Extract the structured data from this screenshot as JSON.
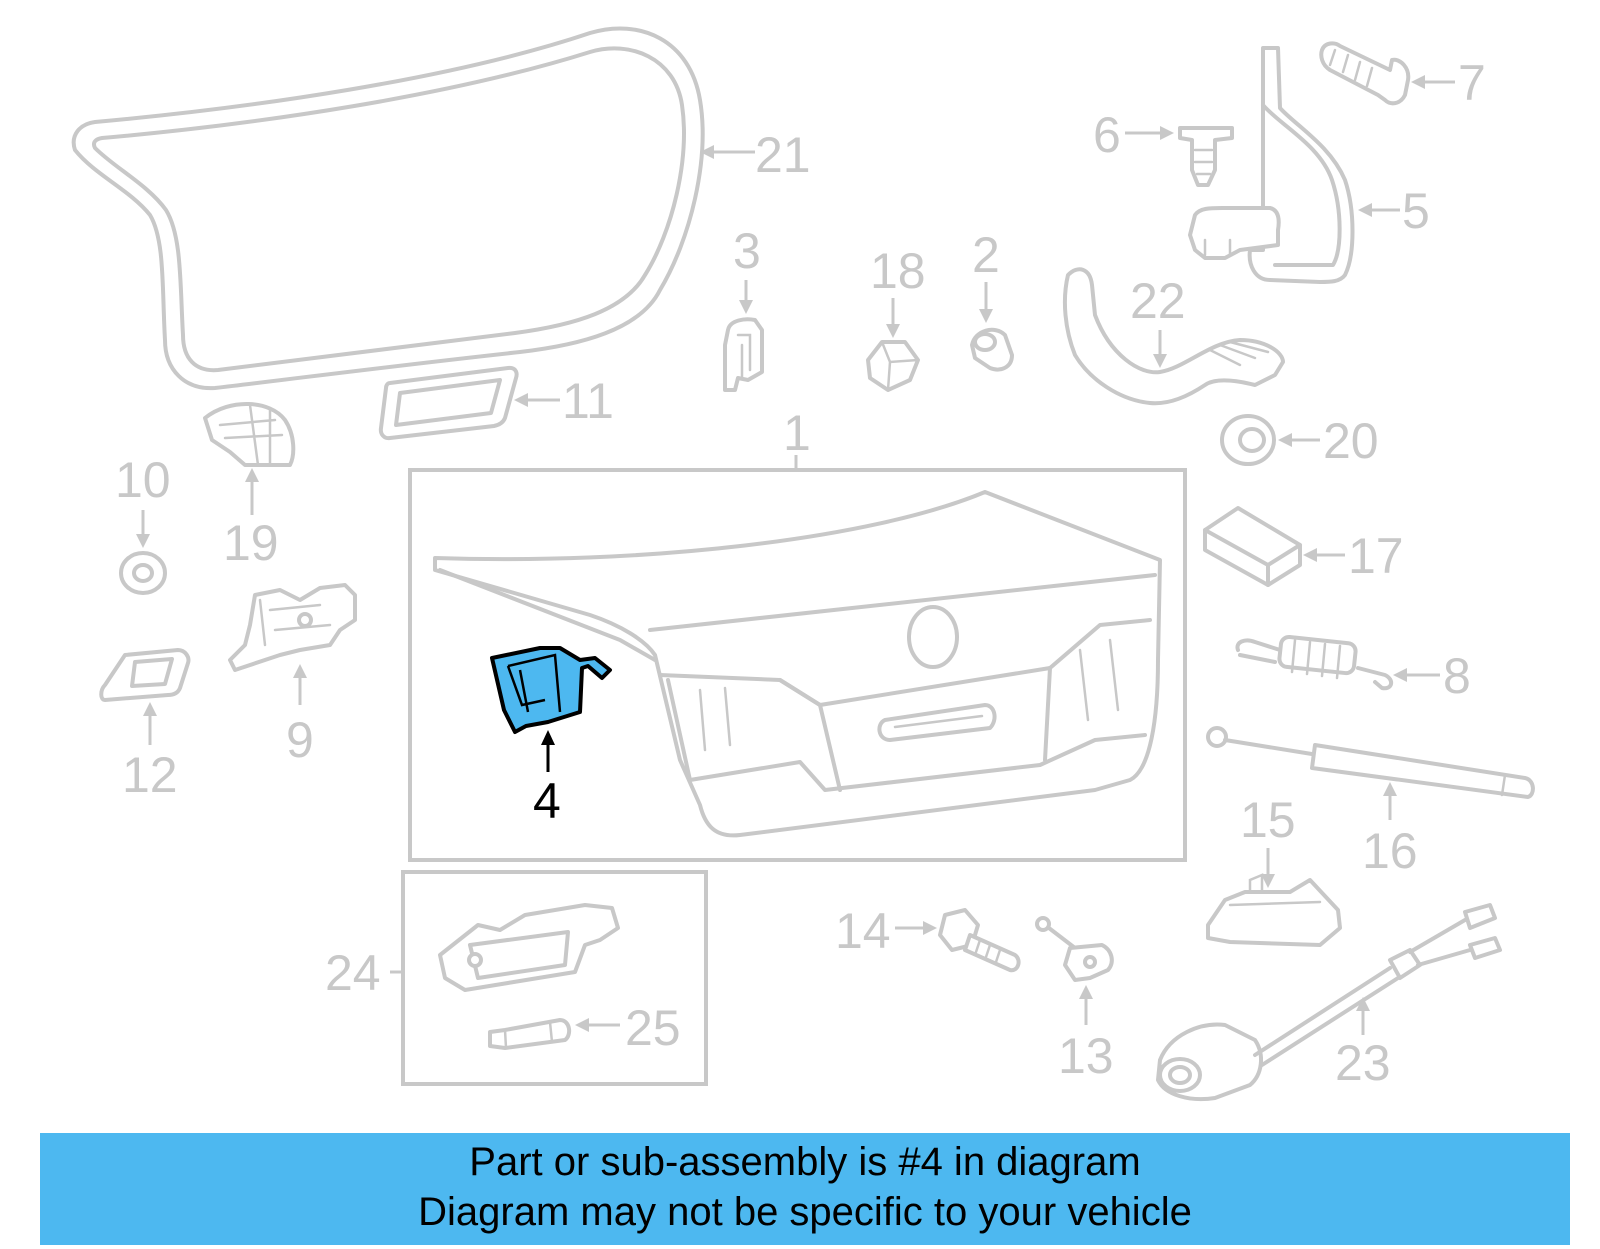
{
  "labels": {
    "p1": "1",
    "p2": "2",
    "p3": "3",
    "p4": "4",
    "p5": "5",
    "p6": "6",
    "p7": "7",
    "p8": "8",
    "p9": "9",
    "p10": "10",
    "p11": "11",
    "p12": "12",
    "p13": "13",
    "p14": "14",
    "p15": "15",
    "p16": "16",
    "p17": "17",
    "p18": "18",
    "p19": "19",
    "p20": "20",
    "p21": "21",
    "p22": "22",
    "p23": "23",
    "p24": "24",
    "p25": "25"
  },
  "highlight": {
    "part": "4",
    "color": "#4db8f0"
  },
  "colors": {
    "outline": "#c8c8c8",
    "banner": "#4db8f0",
    "text": "#000000"
  },
  "banner": {
    "line1": "Part or sub-assembly is #4 in diagram",
    "line2": "Diagram may not be specific to your vehicle"
  }
}
